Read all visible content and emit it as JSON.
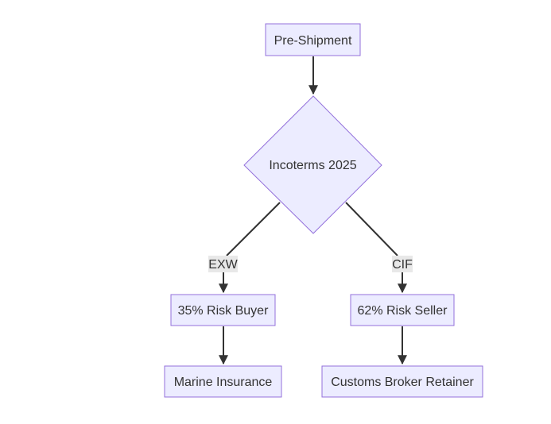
{
  "diagram": {
    "type": "flowchart",
    "colors": {
      "node_fill": "#ECECFF",
      "node_stroke": "#9370DB",
      "edge": "#333333",
      "label_bg": "#E8E8E8",
      "text": "#333333"
    },
    "nodes": {
      "pre_shipment": "Pre-Shipment",
      "incoterms": "Incoterms 2025",
      "risk_buyer": "35% Risk Buyer",
      "risk_seller": "62% Risk Seller",
      "marine_insurance": "Marine Insurance",
      "customs_broker": "Customs Broker Retainer"
    },
    "edge_labels": {
      "exw": "EXW",
      "cif": "CIF"
    }
  }
}
